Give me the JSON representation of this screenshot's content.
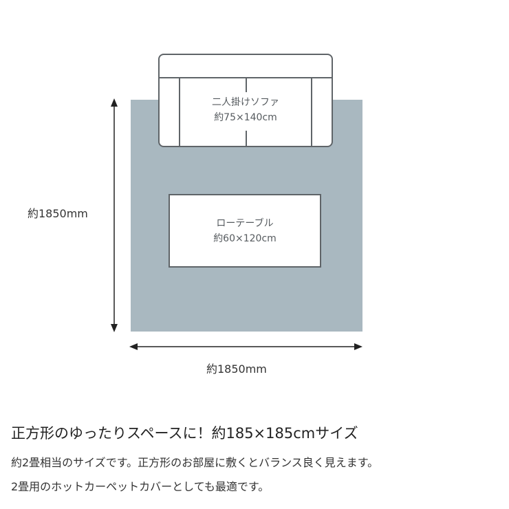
{
  "diagram": {
    "sofa": {
      "name": "二人掛けソファ",
      "size": "約75×140cm"
    },
    "table": {
      "name": "ローテーブル",
      "size": "約60×120cm"
    },
    "dimensions": {
      "height": "約1850mm",
      "width": "約1850mm"
    },
    "colors": {
      "rug": "#a9b8c0",
      "outline": "#5f6468"
    }
  },
  "description": {
    "heading": "正方形のゆったりスペースに！約185×185cmサイズ",
    "line1": "約2畳相当のサイズです。正方形のお部屋に敷くとバランス良く見えます。",
    "line2": "2畳用のホットカーペットカバーとしても最適です。"
  }
}
